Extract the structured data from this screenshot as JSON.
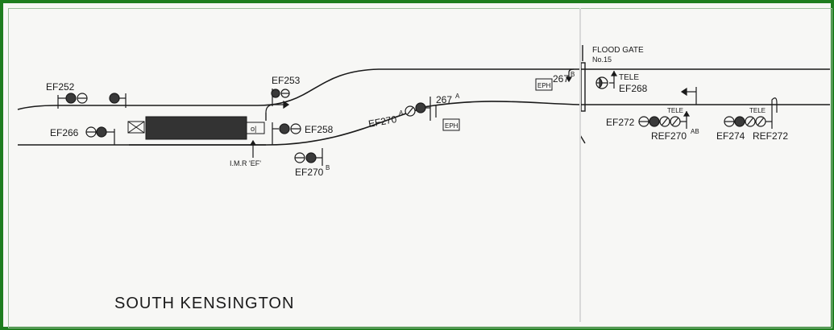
{
  "title": "SOUTH KENSINGTON",
  "colors": {
    "frame": "#1e7d1e",
    "ink": "#1a1a1a",
    "signal": "#3a3a3a",
    "platform": "#333333"
  },
  "labels": {
    "ef252": "EF252",
    "ef266": "EF266",
    "ef253": "EF253",
    "ef258": "EF258",
    "ef270": "EF270",
    "ef270_sup": "B",
    "imr": "I.M.R 'EF'",
    "ef270a": "EF270",
    "ef270a_sup": "A",
    "s267a": "267",
    "s267a_sup": "A",
    "s267b": "267",
    "s267b_sup": "B",
    "eph1": "EPH",
    "eph2": "EPH",
    "flood_gate": "FLOOD GATE",
    "flood_no": "No.15",
    "tele1": "TELE",
    "ef268": "EF268",
    "tele2": "TELE",
    "tele3": "TELE",
    "ef272": "EF272",
    "ref270": "REF270",
    "ref270_sup": "AB",
    "ef274": "EF274",
    "ref272": "REF272",
    "platform_box": "o|"
  }
}
